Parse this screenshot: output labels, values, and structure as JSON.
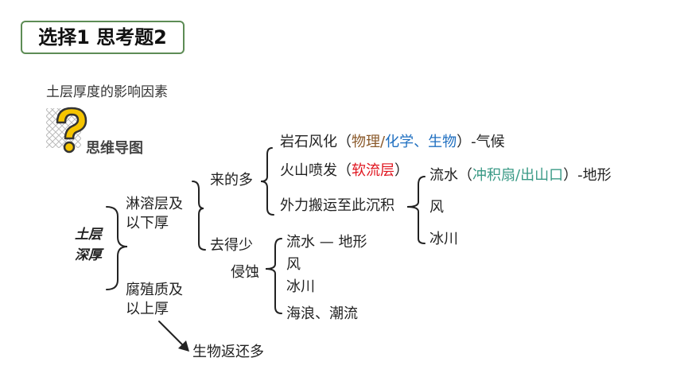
{
  "header": {
    "title": "选择1 思考题2"
  },
  "subtitle": "土层厚度的影响因素",
  "mindmap_label": "思维导图",
  "colors": {
    "accent_green": "#5d8c55",
    "brown": "#8b5a2b",
    "blue": "#1f6fc0",
    "red": "#e0141e",
    "teal": "#3a9a86"
  },
  "root": {
    "line1": "土层",
    "line2": "深厚"
  },
  "branch_a": {
    "line1": "淋溶层及",
    "line2": "以下厚"
  },
  "branch_b": {
    "line1": "腐殖质及",
    "line2": "以上厚"
  },
  "come_more": "来的多",
  "go_less": "去得少",
  "erosion": "侵蚀",
  "bio_return": "生物返还多",
  "source1": {
    "pre": "岩石风化（",
    "p1": "物理/",
    "p2": "化学、生物",
    "post": "）-气候"
  },
  "source2": {
    "pre": "火山喷发（",
    "mid": "软流层",
    "post": "）"
  },
  "source3": "外力搬运至此沉积",
  "deposit": {
    "item1": {
      "pre": "流水（",
      "mid": "冲积扇/出山口",
      "post": "）-地形"
    },
    "item2": "风",
    "item3": "冰川"
  },
  "erode": {
    "item1": "流水 — 地形",
    "item2": "风",
    "item3": "冰川",
    "item4": "海浪、潮流"
  }
}
